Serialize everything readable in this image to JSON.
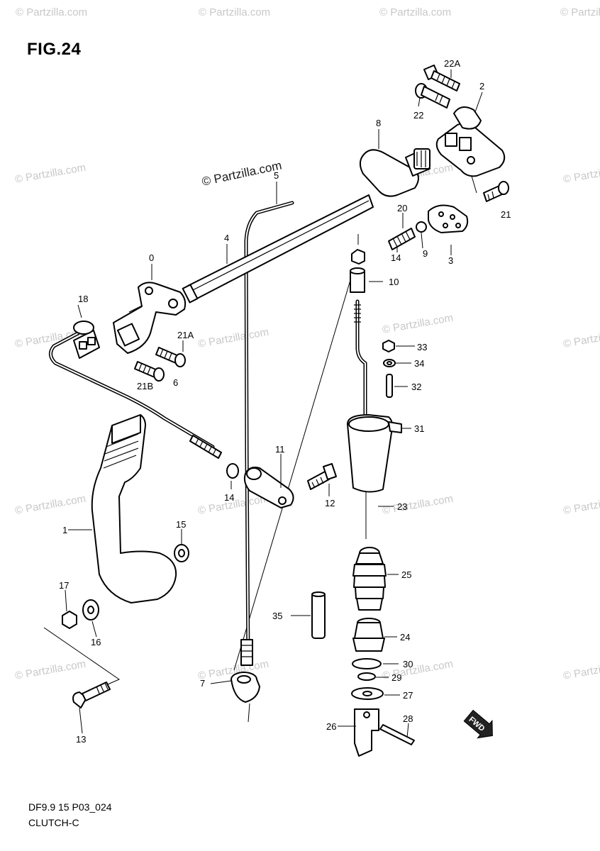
{
  "figure_title": "FIG.24",
  "footer": {
    "code": "DF9.9 15 P03_024",
    "section": "CLUTCH-C"
  },
  "watermark": "© Partzilla.com",
  "callouts": {
    "c22a": "22A",
    "c2": "2",
    "c22": "22",
    "c8": "8",
    "c5": "5",
    "c20": "20",
    "c21": "21",
    "c14a": "14",
    "c9": "9",
    "c3": "3",
    "c4": "4",
    "c0": "0",
    "c10": "10",
    "c18": "18",
    "c21a": "21A",
    "c33": "33",
    "c34": "34",
    "c21b": "21B",
    "c6": "6",
    "c32": "32",
    "c31": "31",
    "c11": "11",
    "c14b": "14",
    "c12": "12",
    "c23": "23",
    "c1": "1",
    "c15": "15",
    "c25": "25",
    "c17": "17",
    "c35": "35",
    "c16": "16",
    "c24": "24",
    "c30": "30",
    "c29": "29",
    "c27": "27",
    "c7": "7",
    "c28": "28",
    "c26": "26",
    "c13": "13"
  },
  "fwd_badge": "FWD"
}
